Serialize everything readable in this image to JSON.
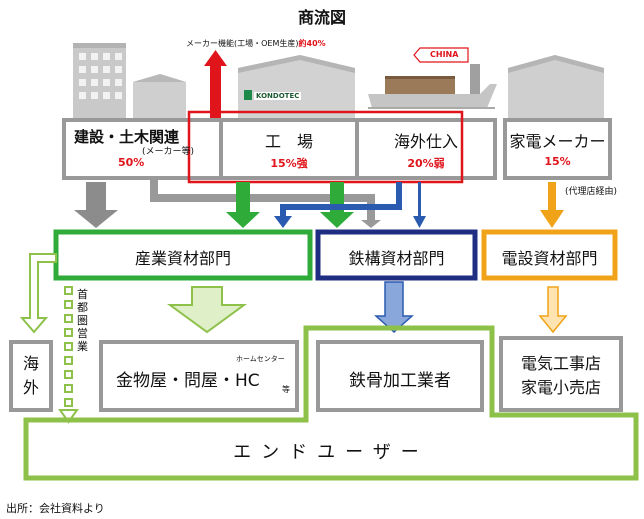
{
  "title": "商流図",
  "top_note": {
    "text": "メーカー機能(工場・OEM生産)",
    "value": "約40%"
  },
  "logo_text": "KONDOTEC",
  "ship_label": "CHINA",
  "sources": [
    {
      "label": "建設・土木関連",
      "sub": "(メーカー等)",
      "value": "50%"
    },
    {
      "label": "工　場",
      "value": "15%強"
    },
    {
      "label": "海外仕入",
      "value": "20%弱"
    },
    {
      "label": "家電メーカー",
      "value": "15%"
    }
  ],
  "agent_note": "(代理店経由)",
  "departments": {
    "industrial": "産業資材部門",
    "steel": "鉄構資材部門",
    "electrical": "電設資材部門"
  },
  "capital_area": "首都圏営業",
  "customers": {
    "overseas": "海外",
    "hardware": "金物屋・問屋・HC",
    "hardware_ruby": "ホームセンター",
    "hardware_suffix": "等",
    "steel_fab": "鉄骨加工業者",
    "electrical_line1": "電気工事店",
    "electrical_line2": "家電小売店"
  },
  "end_user": "エンドユーザー",
  "source_note": "出所：会社資料より",
  "colors": {
    "green": "#2eab38",
    "green_light": "#a8d37a",
    "blue": "#2a5bb0",
    "blue_dark": "#1f2e82",
    "orange": "#f0a318",
    "gray": "#999999",
    "red": "#e0141b"
  }
}
